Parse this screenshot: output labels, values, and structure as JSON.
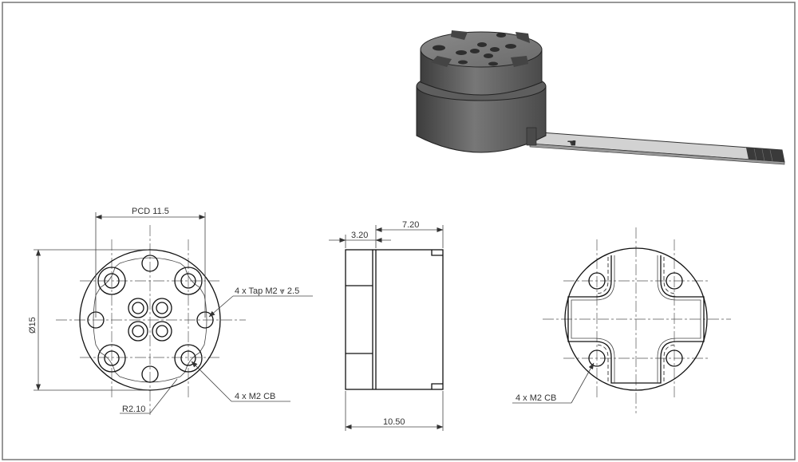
{
  "views": {
    "front": {
      "pcd_label": "PCD 11.5",
      "diameter_label": "Ø15",
      "tap_label": "4 x Tap M2 ⩔ 2.5",
      "radius_label": "R2.10",
      "cb_label": "4 x M2 CB"
    },
    "side": {
      "dim_small": "3.20",
      "dim_mid": "7.20",
      "dim_total": "10.50"
    },
    "back": {
      "cb_label": "4 x M2 CB"
    }
  }
}
